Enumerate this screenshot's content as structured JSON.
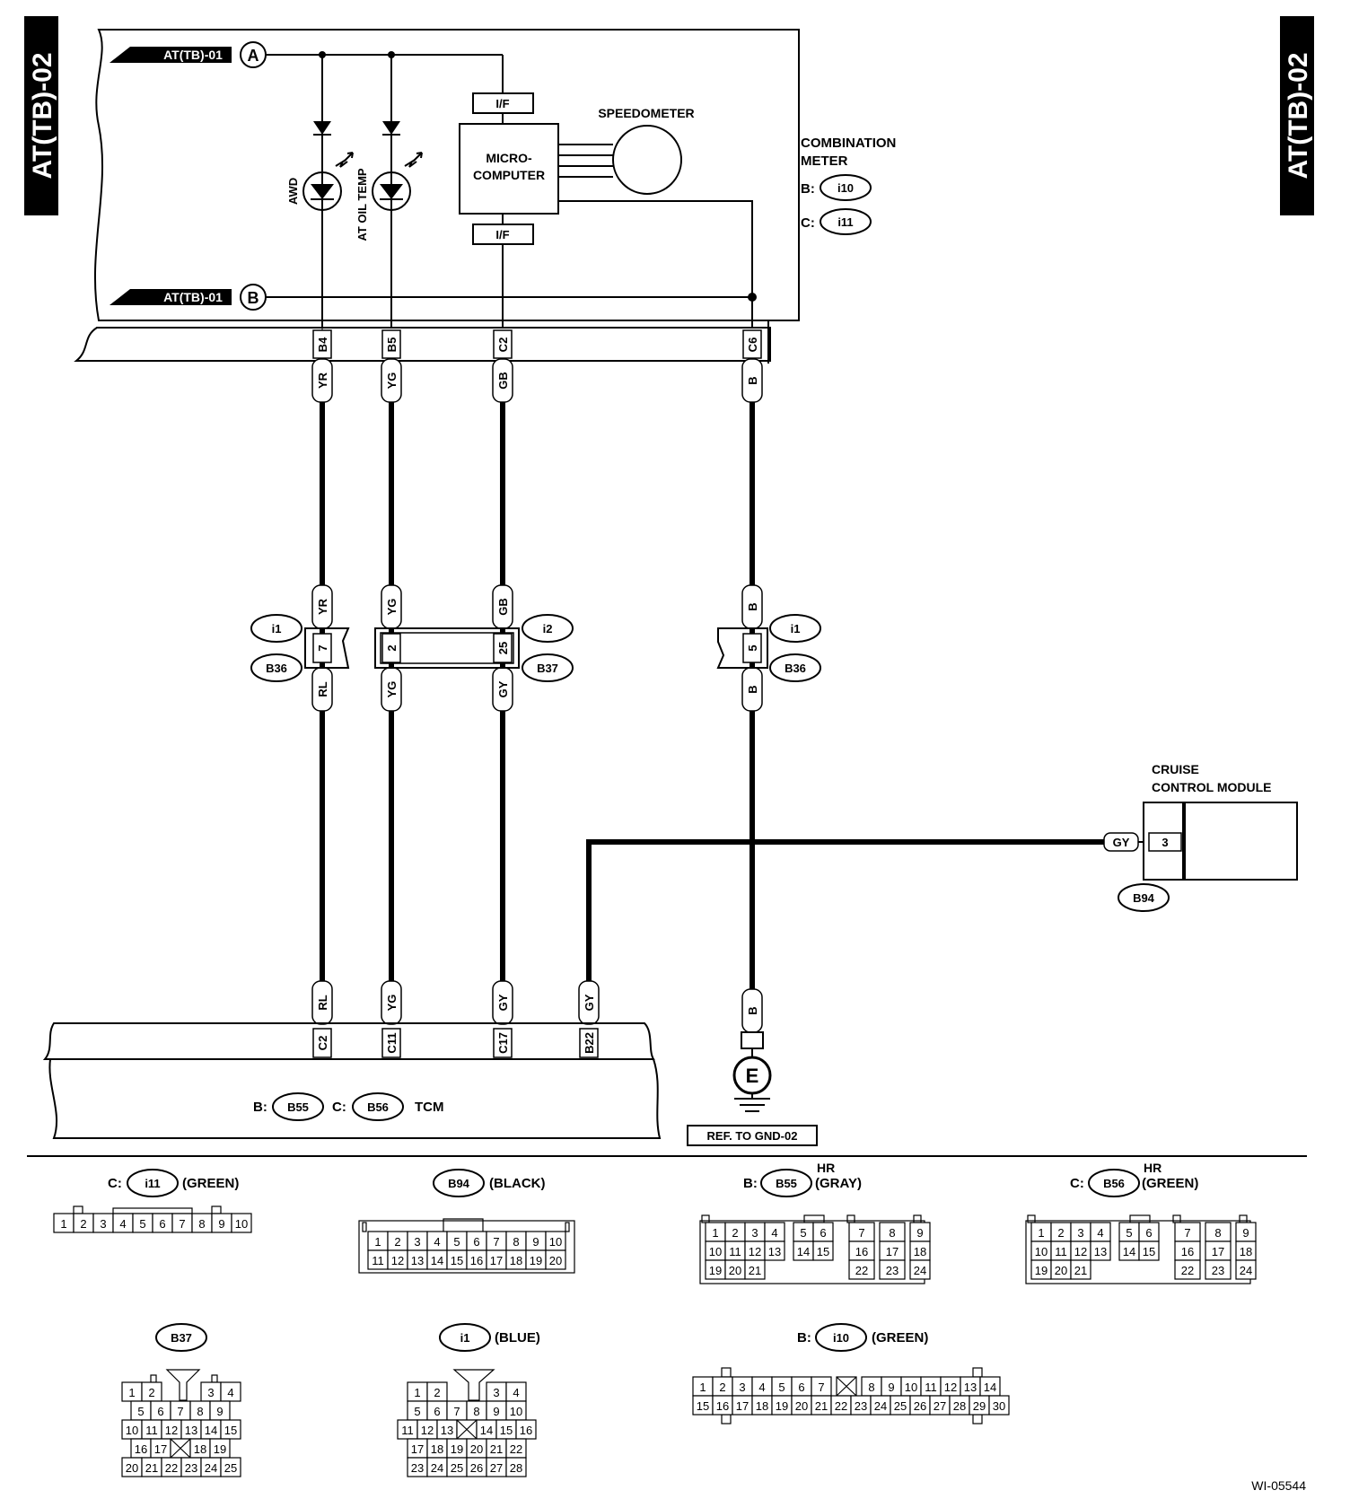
{
  "side_tab": {
    "left": "AT(TB)-02",
    "right": "AT(TB)-02"
  },
  "meter": {
    "title_line1": "COMBINATION",
    "title_line2": "METER",
    "conn_b_prefix": "B:",
    "conn_b": "i10",
    "conn_c_prefix": "C:",
    "conn_c": "i11",
    "speedometer": "SPEEDOMETER",
    "micro_line1": "MICRO-",
    "micro_line2": "COMPUTER",
    "if_label": "I/F",
    "awd": "AWD",
    "at_oil_temp": "AT OIL TEMP",
    "ref_a": "AT(TB)-01",
    "ref_a_letter": "A",
    "ref_b": "AT(TB)-01",
    "ref_b_letter": "B"
  },
  "meter_pins": [
    "B4",
    "B5",
    "C2",
    "C6"
  ],
  "wire_colors_top": [
    "YR",
    "YG",
    "GB",
    "B"
  ],
  "joint": {
    "upper": [
      "YR",
      "YG",
      "GB",
      "B"
    ],
    "pins": [
      "7",
      "2",
      "25",
      "5"
    ],
    "lower": [
      "RL",
      "YG",
      "GY",
      "B"
    ],
    "left_top": "i1",
    "left_bottom": "B36",
    "mid_top": "i2",
    "mid_bottom": "B37",
    "right_top": "i1",
    "right_bottom": "B36"
  },
  "cruise": {
    "title_line1": "CRUISE",
    "title_line2": "CONTROL MODULE",
    "wire": "GY",
    "pin": "3",
    "conn": "B94"
  },
  "tcm": {
    "wires": [
      "RL",
      "YG",
      "GY",
      "GY"
    ],
    "pins": [
      "C2",
      "C11",
      "C17",
      "B22"
    ],
    "b_prefix": "B:",
    "b_conn": "B55",
    "c_prefix": "C:",
    "c_conn": "B56",
    "name": "TCM"
  },
  "ground": {
    "wire": "B",
    "letter": "E",
    "ref": "REF. TO GND-02"
  },
  "connectors": {
    "i11": {
      "prefix": "C:",
      "name": "i11",
      "color": "(GREEN)",
      "pins": [
        "1",
        "2",
        "3",
        "4",
        "5",
        "6",
        "7",
        "8",
        "9",
        "10"
      ]
    },
    "b94": {
      "name": "B94",
      "color": "(BLACK)",
      "row1": [
        "1",
        "2",
        "3",
        "4",
        "5",
        "6",
        "7",
        "8",
        "9",
        "10"
      ],
      "row2": [
        "11",
        "12",
        "13",
        "14",
        "15",
        "16",
        "17",
        "18",
        "19",
        "20"
      ]
    },
    "b55": {
      "prefix": "B:",
      "name": "B55",
      "hr": "HR",
      "color": "(GRAY)"
    },
    "b56": {
      "prefix": "C:",
      "name": "B56",
      "hr": "HR",
      "color": "(GREEN)"
    },
    "b37": {
      "name": "B37"
    },
    "i1": {
      "name": "i1",
      "color": "(BLUE)"
    },
    "i10": {
      "prefix": "B:",
      "name": "i10",
      "color": "(GREEN)"
    }
  },
  "ecu_rows": [
    [
      "1",
      "2",
      "3",
      "4",
      "",
      "5",
      "6",
      "",
      "7",
      "8",
      "9"
    ],
    [
      "10",
      "11",
      "12",
      "13",
      "",
      "14",
      "15",
      "",
      "16",
      "17",
      "18"
    ],
    [
      "19",
      "20",
      "21",
      "",
      "",
      "",
      "",
      "",
      "22",
      "23",
      "24"
    ]
  ],
  "b37_rows": [
    [
      "1",
      "2",
      "",
      "",
      "3",
      "4"
    ],
    [
      "5",
      "6",
      "7",
      "8",
      "9"
    ],
    [
      "10",
      "11",
      "12",
      "13",
      "14",
      "15"
    ],
    [
      "16",
      "17",
      "X",
      "18",
      "19"
    ],
    [
      "20",
      "21",
      "22",
      "23",
      "24",
      "25"
    ]
  ],
  "i1_rows": [
    [
      "1",
      "2",
      "",
      "",
      "3",
      "4"
    ],
    [
      "5",
      "6",
      "7",
      "8",
      "9",
      "10"
    ],
    [
      "11",
      "12",
      "13",
      "X",
      "14",
      "15",
      "16"
    ],
    [
      "17",
      "18",
      "19",
      "20",
      "21",
      "22"
    ],
    [
      "23",
      "24",
      "25",
      "26",
      "27",
      "28"
    ]
  ],
  "i10_rows": [
    [
      "1",
      "2",
      "3",
      "4",
      "5",
      "6",
      "7",
      "X",
      "8",
      "9",
      "10",
      "11",
      "12",
      "13",
      "14"
    ],
    [
      "15",
      "16",
      "17",
      "18",
      "19",
      "20",
      "21",
      "22",
      "23",
      "24",
      "25",
      "26",
      "27",
      "28",
      "29",
      "30"
    ]
  ],
  "figure_id": "WI-05544"
}
